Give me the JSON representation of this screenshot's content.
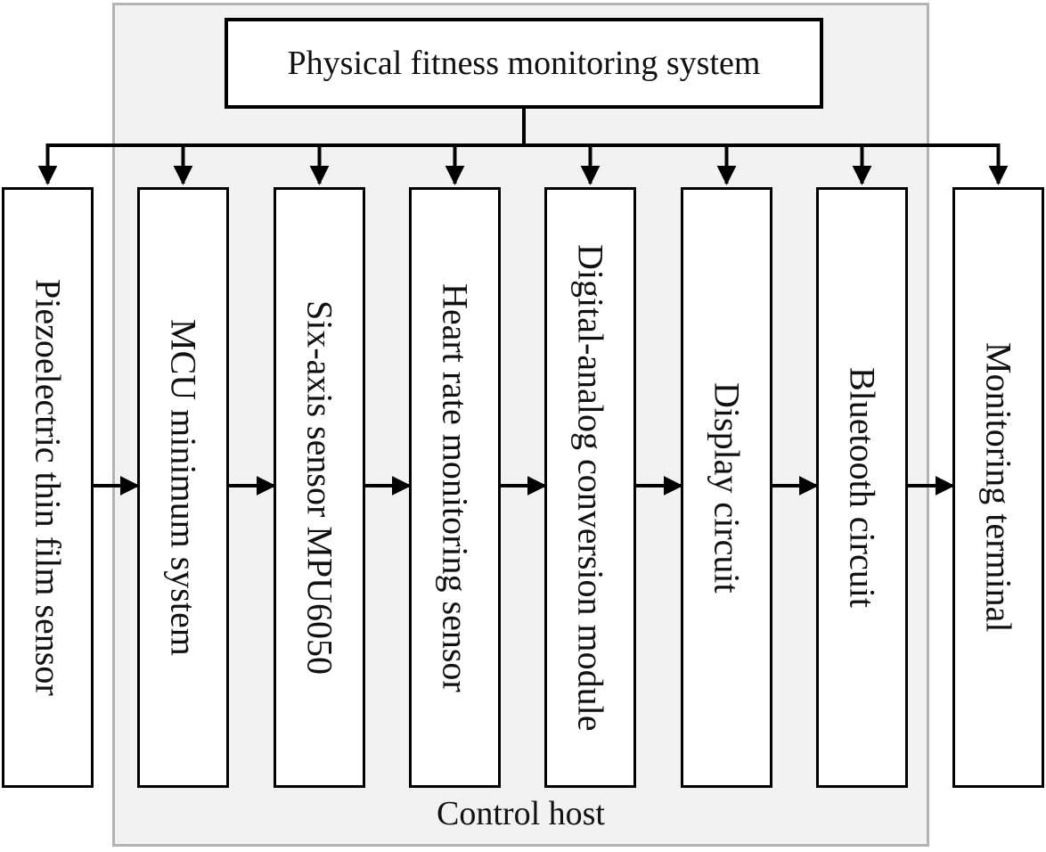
{
  "diagram": {
    "title": "Physical fitness monitoring system",
    "group_label": "Control host",
    "modules": [
      {
        "label": "Piezoelectric thin film sensor",
        "in_control_host": false
      },
      {
        "label": "MCU minimum system",
        "in_control_host": true
      },
      {
        "label": "Six-axis sensor MPU6050",
        "in_control_host": true
      },
      {
        "label": "Heart rate monitoring sensor",
        "in_control_host": true
      },
      {
        "label": "Digital-analog conversion module",
        "in_control_host": true
      },
      {
        "label": "Display circuit",
        "in_control_host": true
      },
      {
        "label": "Bluetooth circuit",
        "in_control_host": true
      },
      {
        "label": "Monitoring terminal",
        "in_control_host": false
      }
    ],
    "connections": {
      "from_title": "arrow from title box down to each module",
      "chain": "left-to-right arrows between adjacent modules"
    },
    "colors": {
      "line": "#000000",
      "module_fill": "#ffffff",
      "module_border": "#000000",
      "group_fill": "#f2f2f2",
      "group_border": "#b3b3b3"
    }
  }
}
